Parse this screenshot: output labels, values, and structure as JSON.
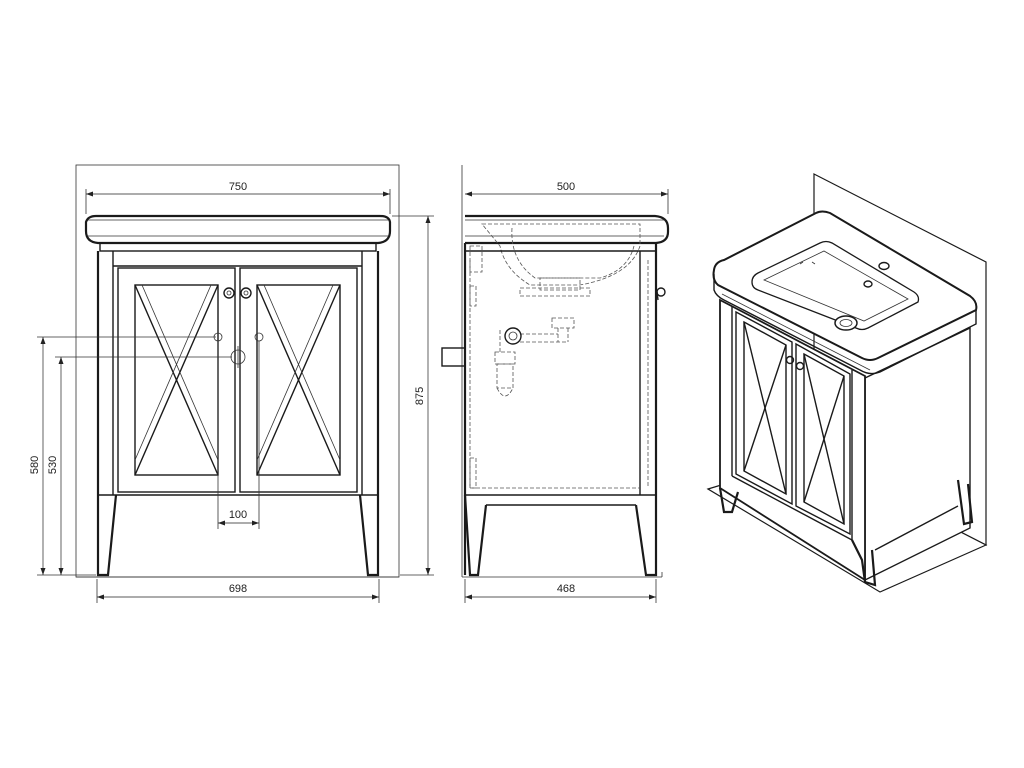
{
  "dimensions": {
    "front_top_width": "750",
    "front_body_width": "698",
    "front_total_height": "875",
    "front_height_580": "580",
    "front_height_530": "530",
    "front_pipe_spacing": "100",
    "side_top_depth": "500",
    "side_body_depth": "468"
  }
}
